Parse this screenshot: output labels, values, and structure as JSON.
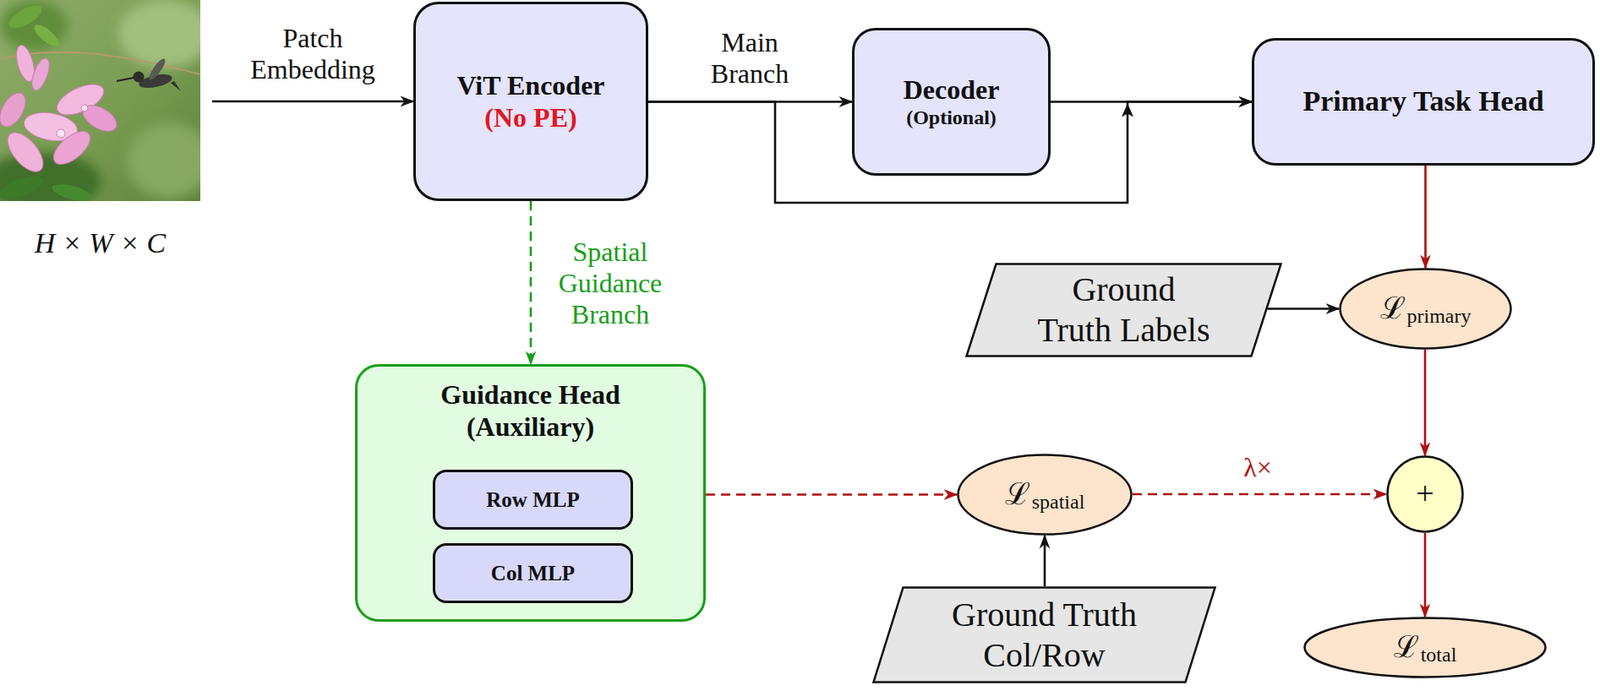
{
  "diagram": {
    "nodes": [
      {
        "text": [
          "H × W × C"
        ]
      },
      {
        "text": [
          "ViT Encoder",
          "(No PE)"
        ]
      },
      {
        "text": [
          "Decoder",
          "(Optional)"
        ]
      },
      {
        "text": [
          "Primary Task Head"
        ]
      },
      {
        "text": [
          "Guidance Head (Auxiliary)"
        ]
      },
      {
        "text": [
          "Row MLP"
        ],
        "in": 4
      },
      {
        "text": [
          "Col MLP"
        ],
        "in": 4
      },
      {
        "text": [
          "Ground Truth Labels"
        ]
      },
      {
        "text": [
          "ℒ",
          "primary"
        ]
      },
      {
        "text": [
          "ℒ",
          "spatial"
        ]
      },
      {
        "text": [
          "+"
        ]
      },
      {
        "text": [
          "Ground Truth Col/Row"
        ]
      },
      {
        "text": [
          "ℒ",
          "total"
        ]
      }
    ],
    "edges": [
      {
        "from": 0,
        "to": 1,
        "arrow": "to",
        "label": "Patch Embedding"
      },
      {
        "from": 1,
        "to": 2,
        "arrow": "to",
        "label": "Main Branch"
      },
      {
        "from": 2,
        "to": 3,
        "arrow": "to"
      },
      {
        "from": 1,
        "to": 3,
        "arrow": "to"
      },
      {
        "from": 1,
        "to": 4,
        "arrow": "to",
        "label": "Spatial Guidance Branch"
      },
      {
        "from": 3,
        "to": 8,
        "arrow": "to"
      },
      {
        "from": 7,
        "to": 8,
        "arrow": "to"
      },
      {
        "from": 8,
        "to": 10,
        "arrow": "to"
      },
      {
        "from": 4,
        "to": 9,
        "arrow": "to"
      },
      {
        "from": 11,
        "to": 9,
        "arrow": "to"
      },
      {
        "from": 9,
        "to": 10,
        "arrow": "to",
        "label": "λ×"
      },
      {
        "from": 10,
        "to": 12,
        "arrow": "to"
      }
    ]
  }
}
